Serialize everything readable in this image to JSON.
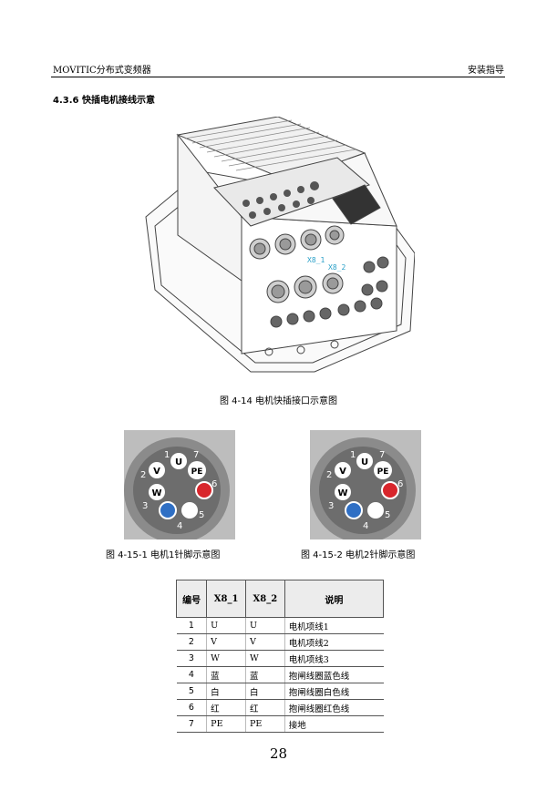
{
  "header": {
    "left": "MOVITIC分布式变频器",
    "right": "安装指导"
  },
  "section": {
    "heading": "4.3.6 快插电机接线示意"
  },
  "device": {
    "label_x8_1": "X8_1",
    "label_x8_2": "X8_2",
    "caption": "图 4-14 电机快插接口示意图"
  },
  "pins": {
    "panel1_caption": "图 4-15-1 电机1针脚示意图",
    "panel2_caption": "图 4-15-2 电机2针脚示意图",
    "pin_labels": {
      "u": "U",
      "v": "V",
      "w": "W",
      "pe": "PE"
    },
    "pin_numbers": [
      "1",
      "2",
      "3",
      "4",
      "5",
      "6",
      "7"
    ],
    "colors": {
      "blue": "#2f6fc4",
      "white": "#ffffff",
      "red": "#d8262c",
      "panel": "#bdbdbd"
    }
  },
  "table": {
    "headers": [
      "编号",
      "X8_1",
      "X8_2",
      "说明"
    ],
    "rows": [
      [
        "1",
        "U",
        "U",
        "电机项线1"
      ],
      [
        "2",
        "V",
        "V",
        "电机项线2"
      ],
      [
        "3",
        "W",
        "W",
        "电机项线3"
      ],
      [
        "4",
        "蓝",
        "蓝",
        "抱闸线圈蓝色线"
      ],
      [
        "5",
        "白",
        "白",
        "抱闸线圈白色线"
      ],
      [
        "6",
        "红",
        "红",
        "抱闸线圈红色线"
      ],
      [
        "7",
        "PE",
        "PE",
        "接地"
      ]
    ]
  },
  "footer": {
    "page_number": "28"
  }
}
